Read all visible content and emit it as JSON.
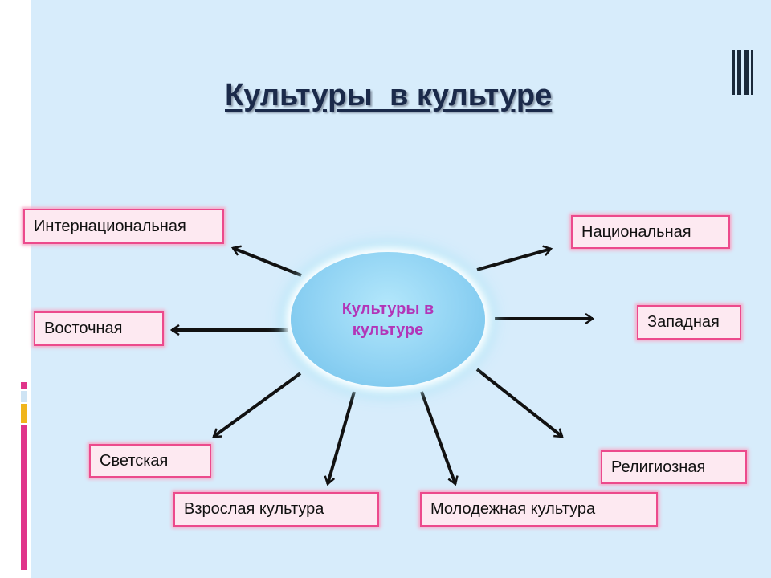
{
  "title": "Культуры  в культуре",
  "center": {
    "label": "Культуры в культуре"
  },
  "nodes": [
    {
      "id": "international",
      "label": "Интернациональная"
    },
    {
      "id": "national",
      "label": "Национальная"
    },
    {
      "id": "eastern",
      "label": "Восточная"
    },
    {
      "id": "western",
      "label": "Западная"
    },
    {
      "id": "secular",
      "label": "Светская"
    },
    {
      "id": "religious",
      "label": "Религиозная"
    },
    {
      "id": "adult",
      "label": "Взрослая культура"
    },
    {
      "id": "youth",
      "label": "Молодежная культура"
    }
  ],
  "colors": {
    "background": "#d7ecfb",
    "node_fill": "#fde9f1",
    "node_border": "#ec4a8c",
    "center_text": "#b235b8",
    "title": "#1b2a4a",
    "arrow": "#111111"
  }
}
